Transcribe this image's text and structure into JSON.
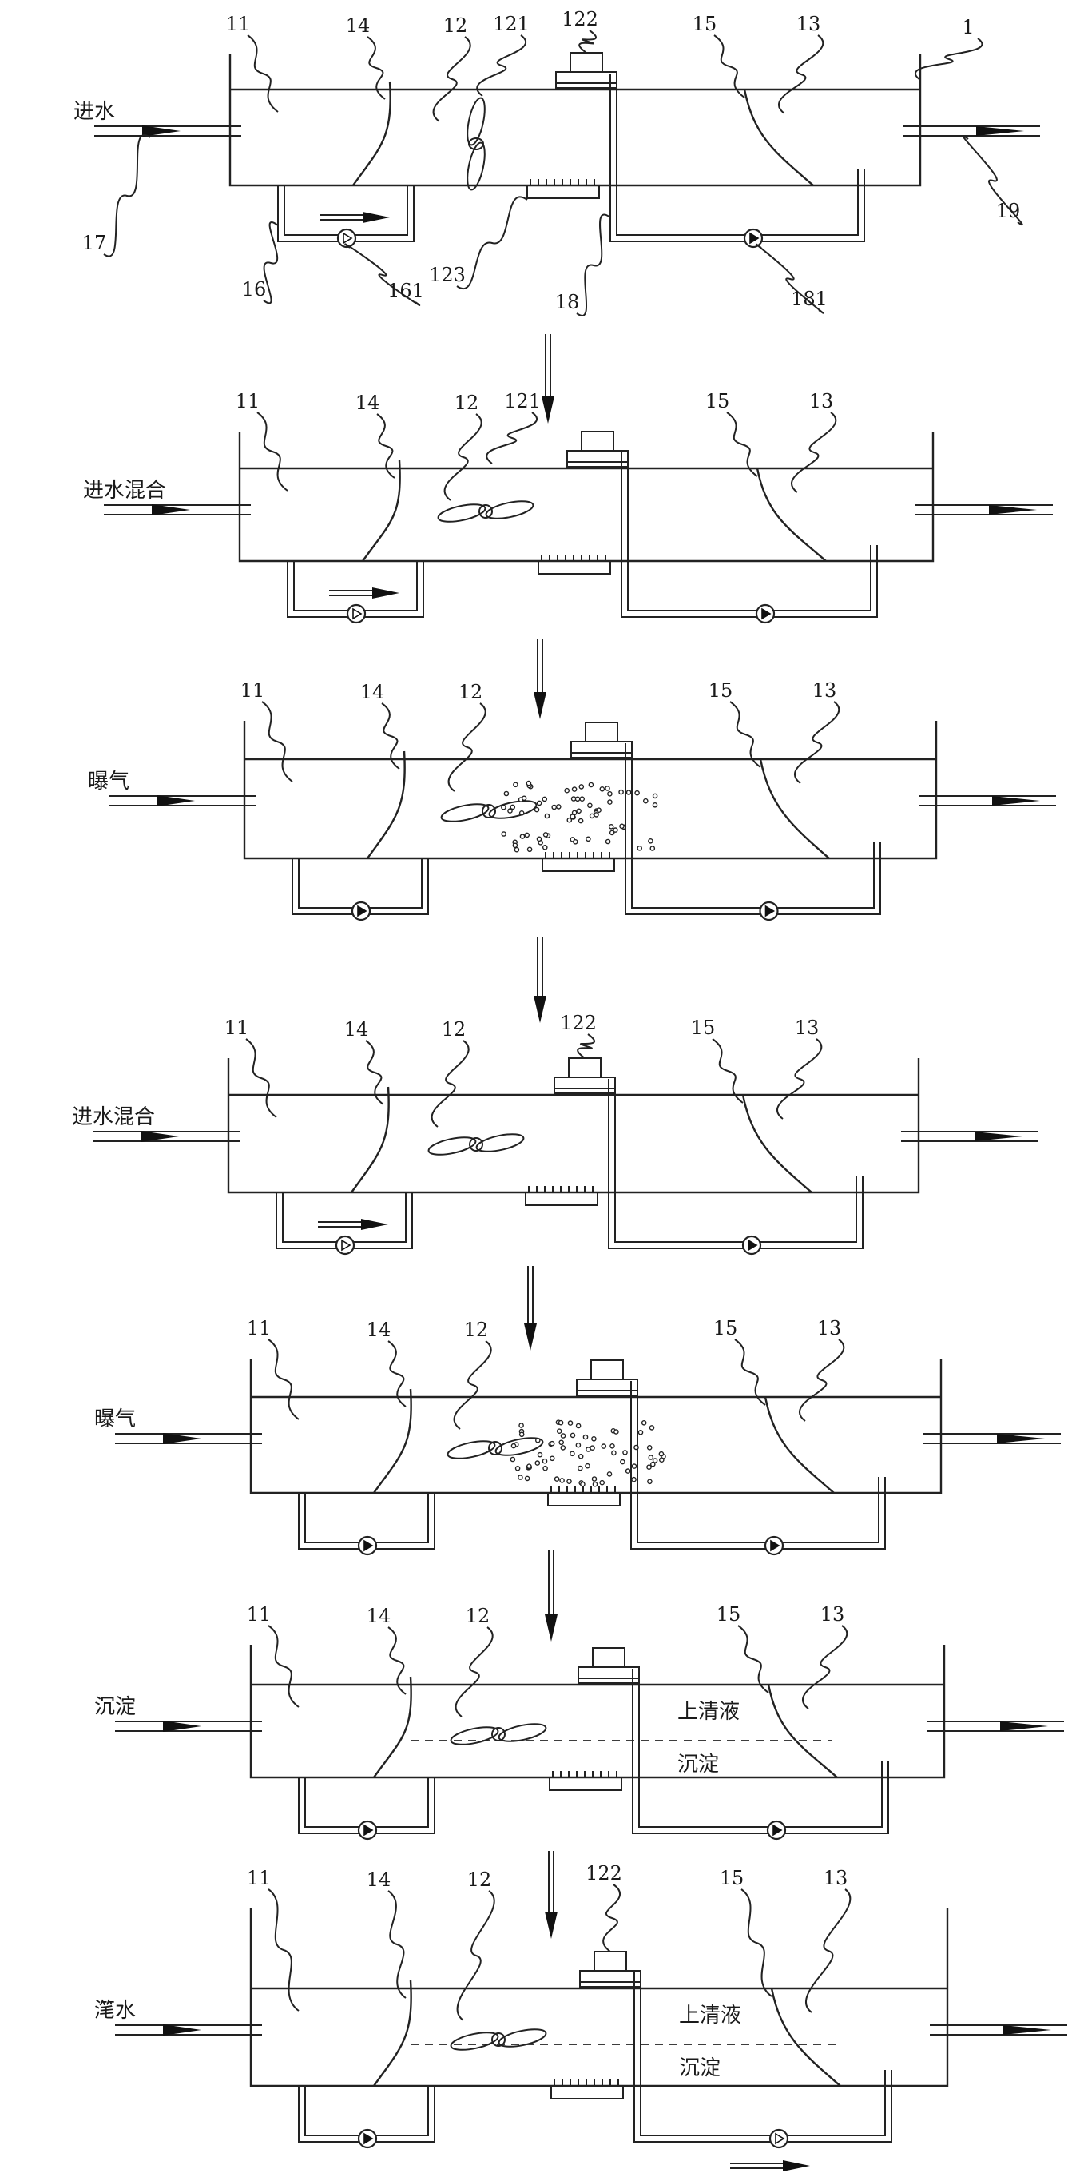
{
  "stages": [
    {
      "key": "s1",
      "stage_label": "进水",
      "in_arrow_filled": false,
      "recirc_pump_outline": true,
      "recirc_arrow": true,
      "effluent_arrow": false,
      "aeration": false,
      "settling": false,
      "supernatant_label": "",
      "sediment_label": "",
      "refs": {
        "r11": "11",
        "r14": "14",
        "r12": "12",
        "r121": "121",
        "r122": "122",
        "r15": "15",
        "r13": "13",
        "r1": "1",
        "r17": "17",
        "r16": "16",
        "r161": "161",
        "r123": "123",
        "r18": "18",
        "r181": "181",
        "r19": "19"
      }
    },
    {
      "key": "s2",
      "stage_label": "进水混合",
      "in_arrow_filled": true,
      "recirc_pump_outline": true,
      "recirc_arrow": true,
      "effluent_arrow": false,
      "aeration": false,
      "settling": false,
      "supernatant_label": "",
      "sediment_label": "",
      "refs": {
        "r11": "11",
        "r14": "14",
        "r12": "12",
        "r121": "121",
        "r15": "15",
        "r13": "13"
      }
    },
    {
      "key": "s3",
      "stage_label": "曝气",
      "in_arrow_filled": true,
      "recirc_pump_outline": false,
      "recirc_arrow": false,
      "effluent_arrow": false,
      "aeration": true,
      "settling": false,
      "supernatant_label": "",
      "sediment_label": "",
      "refs": {
        "r11": "11",
        "r14": "14",
        "r12": "12",
        "r15": "15",
        "r13": "13"
      }
    },
    {
      "key": "s4",
      "stage_label": "进水混合",
      "in_arrow_filled": true,
      "recirc_pump_outline": true,
      "recirc_arrow": true,
      "effluent_arrow": false,
      "aeration": false,
      "settling": false,
      "supernatant_label": "",
      "sediment_label": "",
      "refs": {
        "r11": "11",
        "r14": "14",
        "r12": "12",
        "r122": "122",
        "r15": "15",
        "r13": "13"
      }
    },
    {
      "key": "s5",
      "stage_label": "曝气",
      "in_arrow_filled": true,
      "recirc_pump_outline": false,
      "recirc_arrow": false,
      "effluent_arrow": false,
      "aeration": true,
      "settling": false,
      "supernatant_label": "",
      "sediment_label": "",
      "refs": {
        "r11": "11",
        "r14": "14",
        "r12": "12",
        "r15": "15",
        "r13": "13"
      }
    },
    {
      "key": "s6",
      "stage_label": "沉淀",
      "in_arrow_filled": true,
      "recirc_pump_outline": false,
      "recirc_arrow": false,
      "effluent_arrow": false,
      "aeration": false,
      "settling": true,
      "supernatant_label": "上清液",
      "sediment_label": "沉淀",
      "refs": {
        "r11": "11",
        "r14": "14",
        "r12": "12",
        "r15": "15",
        "r13": "13"
      }
    },
    {
      "key": "s7",
      "stage_label": "滗水",
      "in_arrow_filled": true,
      "recirc_pump_outline": false,
      "recirc_arrow": false,
      "effluent_arrow": true,
      "aeration": false,
      "settling": true,
      "supernatant_label": "上清液",
      "sediment_label": "沉淀",
      "refs": {
        "r11": "11",
        "r14": "14",
        "r12": "12",
        "r122": "122",
        "r15": "15",
        "r13": "13"
      }
    }
  ]
}
